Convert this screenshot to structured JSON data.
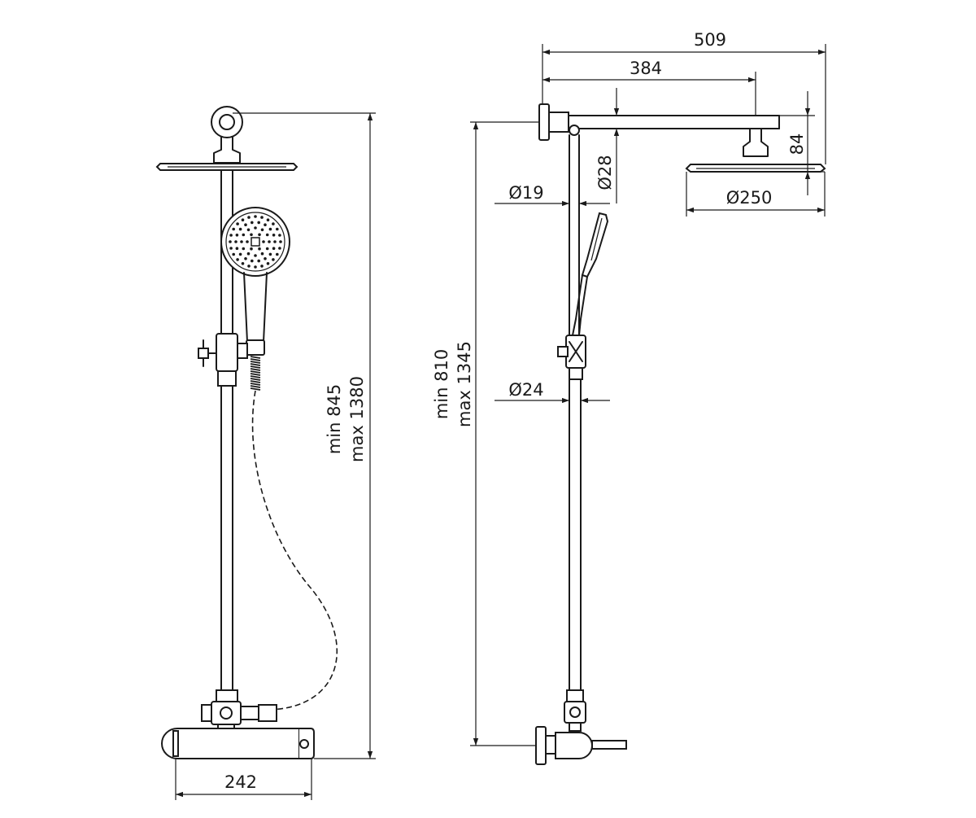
{
  "dimensions": {
    "width_509": "509",
    "width_384": "384",
    "height_84": "84",
    "dia_250": "Ø250",
    "dia_19": "Ø19",
    "dia_28": "Ø28",
    "dia_24": "Ø24",
    "base_242": "242",
    "left_height_min": "min 845",
    "left_height_max": "max 1380",
    "right_height_min": "min 810",
    "right_height_max": "max 1345"
  },
  "colors": {
    "line": "#1a1a1a",
    "background": "#ffffff"
  }
}
